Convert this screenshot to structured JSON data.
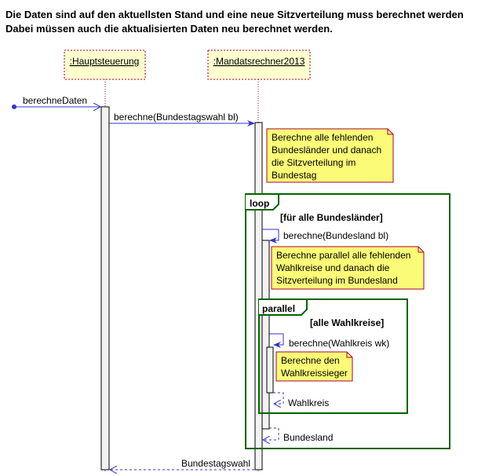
{
  "header": {
    "line1": "Die Daten sind auf den aktuellsten Stand und eine neue Sitzverteilung muss berechnet werden",
    "line2": "Dabei müssen auch die aktualisierten Daten neu berechnet werden."
  },
  "participants": {
    "hauptsteuerung": ":Hauptsteuerung",
    "mandatsrechner": ":Mandatsrechner2013"
  },
  "messages": {
    "berechne_daten": "berechneDaten",
    "berechne_bundestagswahl": "berechne(Bundestagswahl bl)",
    "berechne_bundesland": "berechne(Bundesland bl)",
    "berechne_wahlkreis": "berechne(Wahlkreis wk)",
    "return_wahlkreis": "Wahlkreis",
    "return_bundesland": "Bundesland",
    "return_bundestagswahl": "Bundestagswahl"
  },
  "notes": {
    "note1": [
      "Berechne alle fehlenden",
      "Bundesländer und danach",
      "die Sitzverteilung im",
      "Bundestag"
    ],
    "note2": [
      "Berechne parallel alle fehlenden",
      "Wahlkreise und danach die",
      "Sitzverteilung im Bundesland"
    ],
    "note3": [
      "Berechne den",
      "Wahlkreissieger"
    ]
  },
  "fragments": {
    "loop": {
      "keyword": "loop",
      "guard": "[für alle Bundesländer]"
    },
    "parallel": {
      "keyword": "parallel",
      "guard": "[alle Wahlkreise]"
    }
  },
  "colors": {
    "participant_fill": "#FEFECE",
    "participant_border": "#A80036",
    "fragment_border": "#006400",
    "arrow": "#3333CC",
    "activation_fill": "#F2F2F2",
    "note_fill": "#FBFB77"
  }
}
